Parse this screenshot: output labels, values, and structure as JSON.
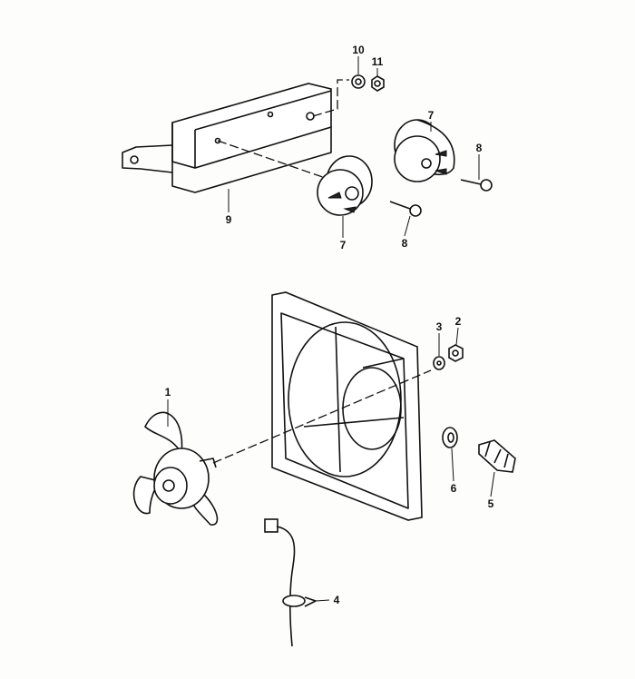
{
  "diagram": {
    "type": "exploded parts diagram - radiator cooling fan assembly",
    "callouts": [
      {
        "id": "c10",
        "number": "10"
      },
      {
        "id": "c11",
        "number": "11"
      },
      {
        "id": "c7a",
        "number": "7"
      },
      {
        "id": "c8a",
        "number": "8"
      },
      {
        "id": "c9",
        "number": "9"
      },
      {
        "id": "c7b",
        "number": "7"
      },
      {
        "id": "c8b",
        "number": "8"
      },
      {
        "id": "c1",
        "number": "1"
      },
      {
        "id": "c3",
        "number": "3"
      },
      {
        "id": "c2",
        "number": "2"
      },
      {
        "id": "c6",
        "number": "6"
      },
      {
        "id": "c5",
        "number": "5"
      },
      {
        "id": "c4",
        "number": "4"
      }
    ]
  }
}
